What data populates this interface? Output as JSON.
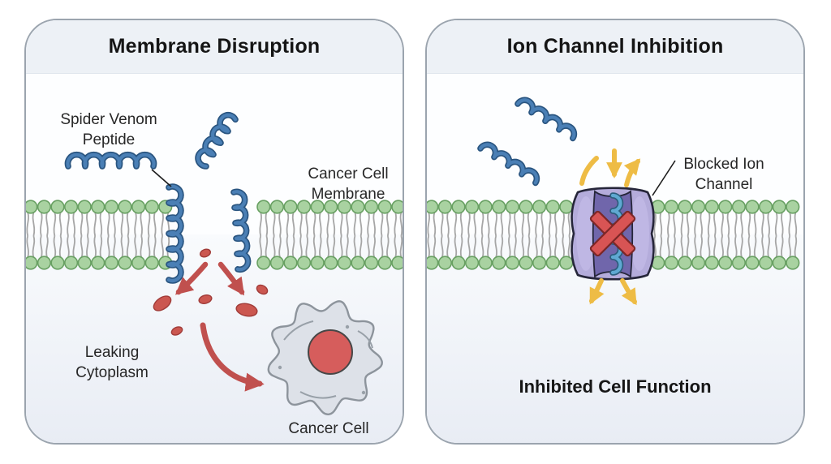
{
  "panels": {
    "left": {
      "title": "Membrane Disruption",
      "labels": {
        "peptide": "Spider Venom Peptide",
        "membrane": "Cancer Cell Membrane",
        "cytoplasm": "Leaking Cytoplasm",
        "cell": "Cancer Cell"
      }
    },
    "right": {
      "title": "Ion Channel Inhibition",
      "labels": {
        "channel": "Blocked Ion Channel",
        "function": "Inhibited Cell Function"
      }
    }
  },
  "colors": {
    "peptide": "#4a7fb5",
    "peptide_dark": "#2a5580",
    "peptide_light": "#5fa9d2",
    "peptide_light_dark": "#2c5d7d",
    "membrane_head": "#a9d2a1",
    "membrane_head_stroke": "#68a062",
    "membrane_tail": "#a6a6a6",
    "leak_red": "#c0504e",
    "droplet": "#cb5750",
    "droplet_stroke": "#a03b38",
    "cell_body": "#dde1e8",
    "cell_stroke": "#8d949c",
    "cell_detail": "#98a0a8",
    "nucleus": "#d65d5c",
    "nucleus_stroke": "#474747",
    "channel_outer": "#b4acdb",
    "channel_lobe": "#c0b8e4",
    "channel_inner": "#7066ab",
    "channel_stroke": "#26263a",
    "block_x": "#d85454",
    "block_x_stroke": "#7c2727",
    "ion_arrow": "#eebc45",
    "pointer": "#1c1c1c",
    "header_bg": "#edf1f6",
    "cytoplasm_bg": "#e8ecf4",
    "body_bg": "#fdfeff"
  }
}
